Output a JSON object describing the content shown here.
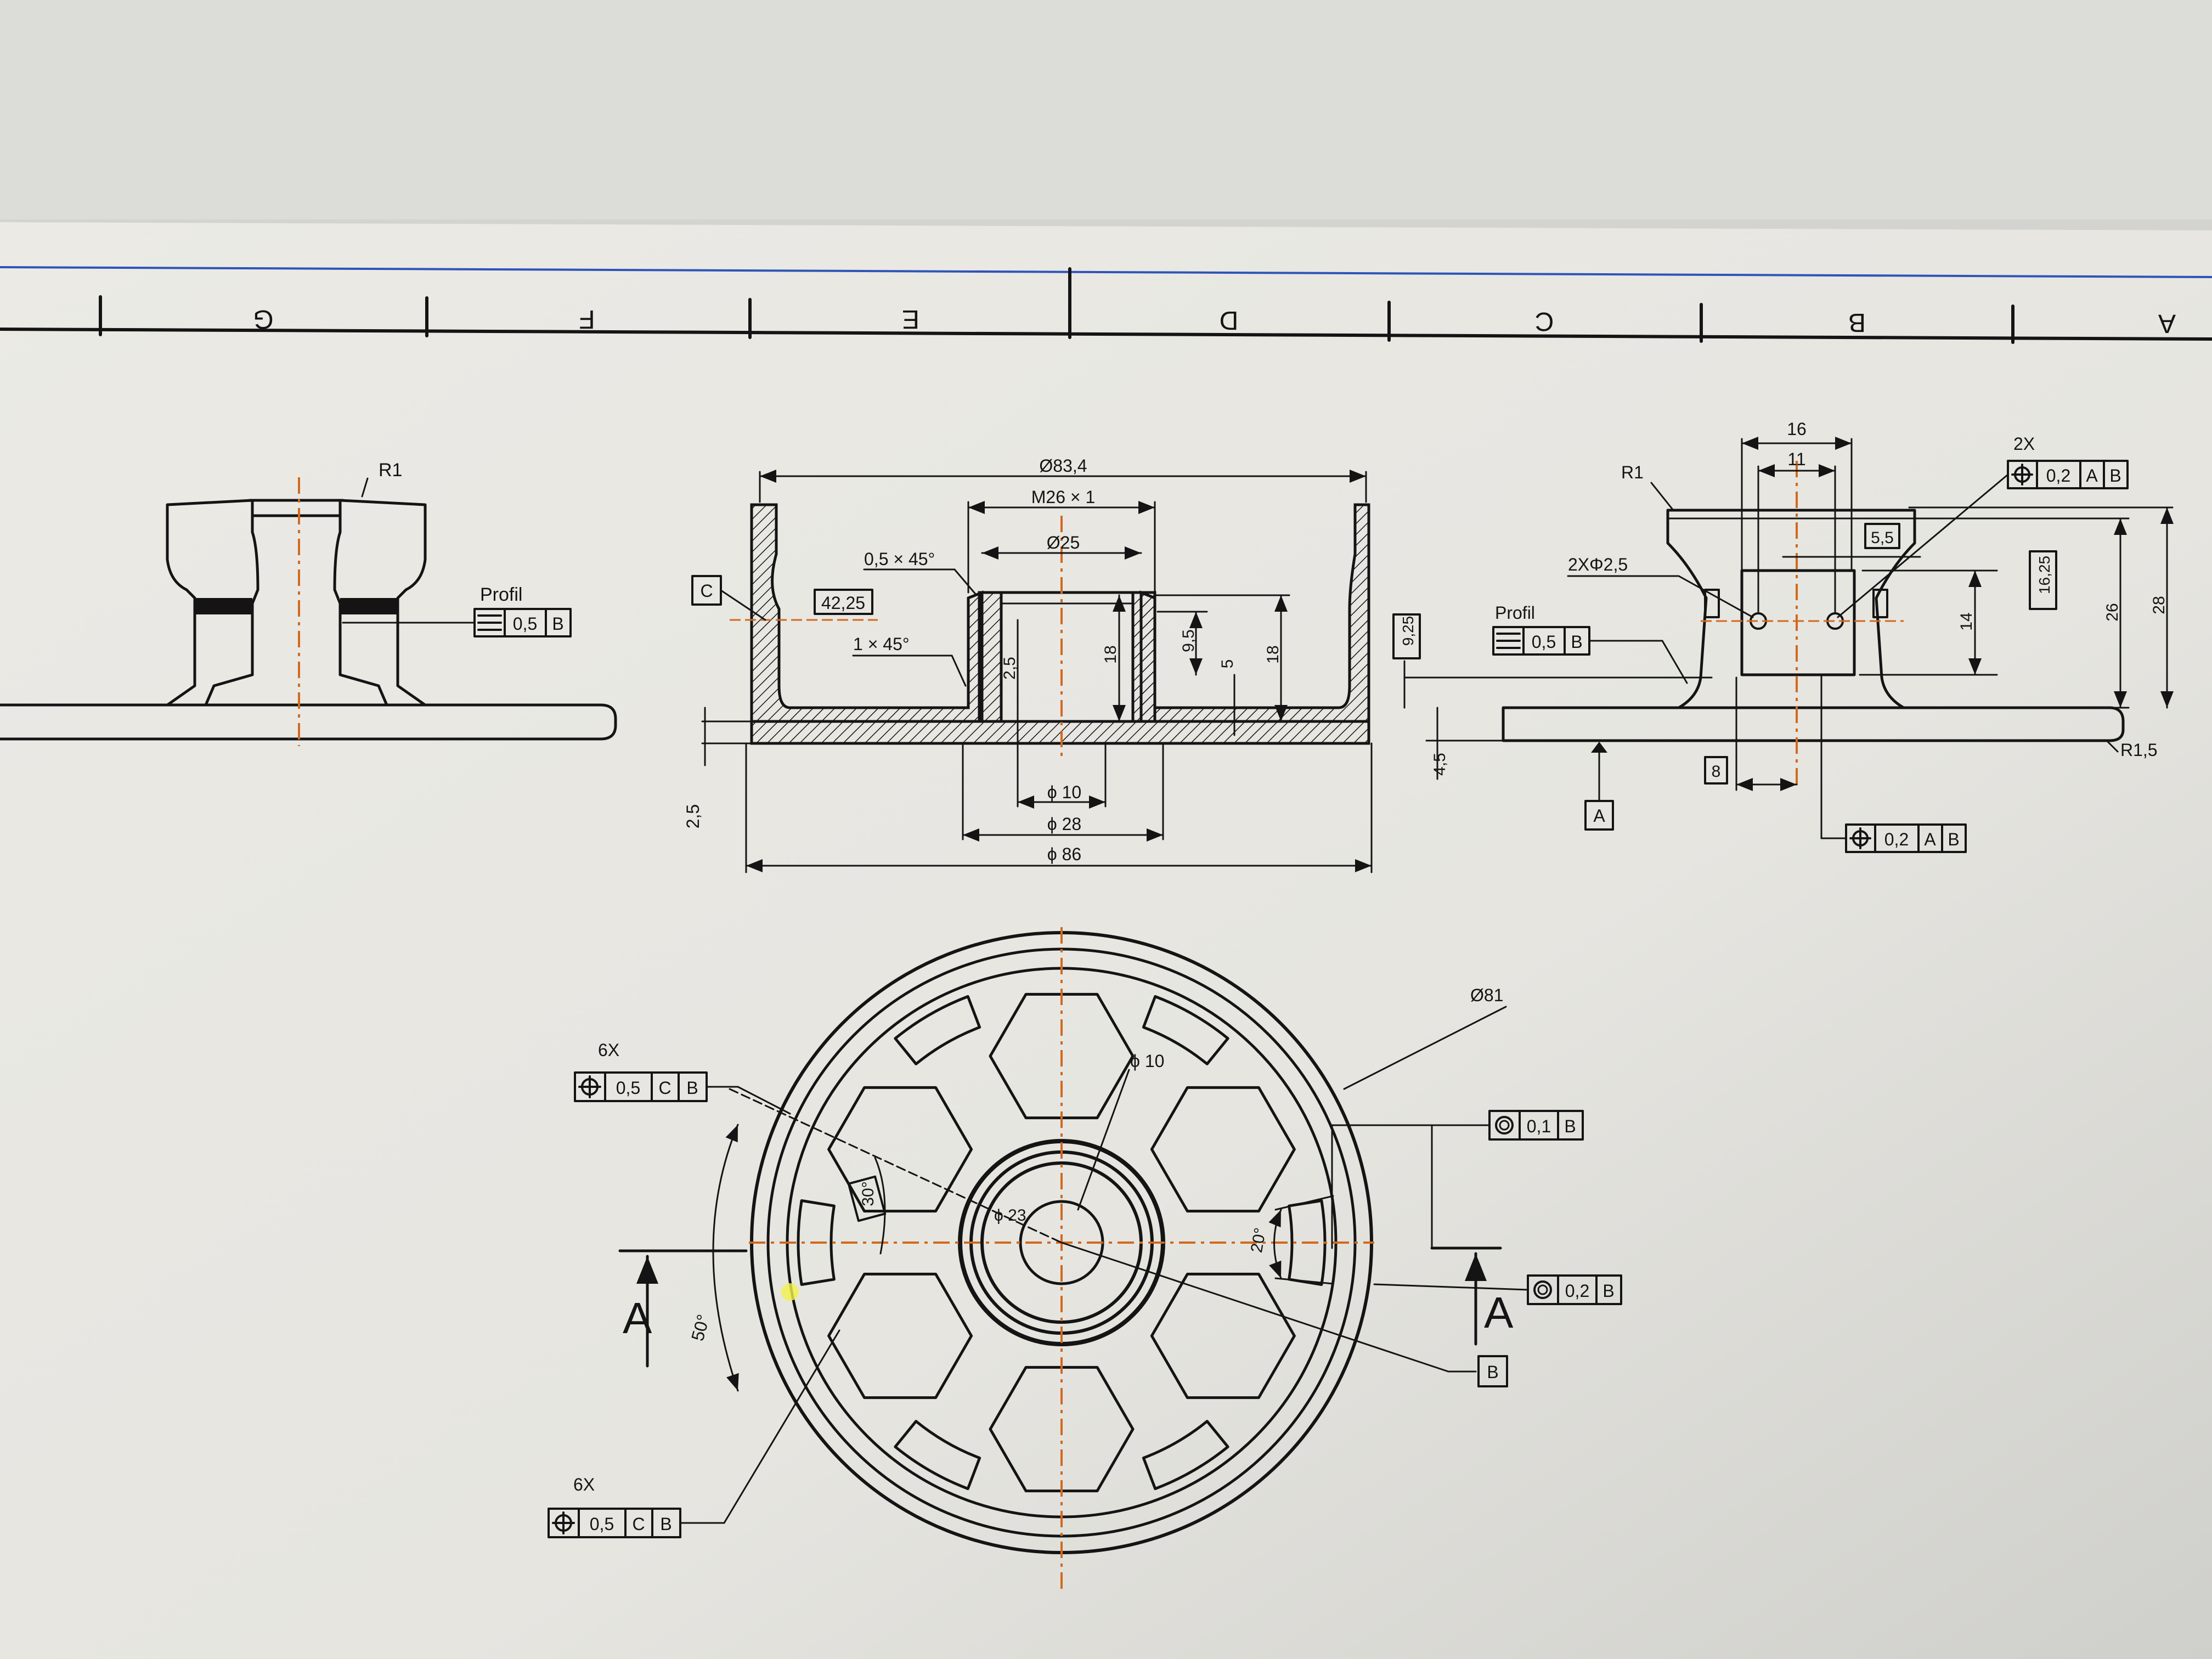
{
  "colors": {
    "table": "#cfcfcb",
    "paper": "#e9e8e3",
    "ink": "#141414",
    "center_line": "#d2691e",
    "highlight": "#f3f24a",
    "border_blue": "#2f54b8"
  },
  "zones": [
    "G",
    "F",
    "E",
    "D",
    "C",
    "B",
    "A"
  ],
  "left_view": {
    "radius": "R1",
    "profile_label": "Profil",
    "profile_fcf": [
      "0,5",
      "B"
    ]
  },
  "section_view": {
    "dim_outer_top": "Ø83,4",
    "dim_thread": "M26 × 1",
    "dim_bore": "Ø25",
    "dim_chamfer_top": "0,5 × 45°",
    "dim_chamfer_bottom": "1 × 45°",
    "basic_42_25": "42,25",
    "datum_c": "C",
    "dim_2_5_inner": "2,5",
    "dim_18_a": "18",
    "dim_9_5": "9,5",
    "dim_5": "5",
    "dim_18_b": "18",
    "dim_2_5_outer": "2,5",
    "dim_phi10": "ϕ 10",
    "dim_phi28": "ϕ 28",
    "dim_phi86": "ϕ 86"
  },
  "right_view": {
    "dim_16": "16",
    "dim_11": "11",
    "radius_r1": "R1",
    "qty_2x": "2X",
    "fcf_top": [
      "0,2",
      "A",
      "B"
    ],
    "basic_5_5": "5,5",
    "hole_note": "2XΦ2,5",
    "profile_label": "Profil",
    "profile_fcf": [
      "0,5",
      "B"
    ],
    "basic_9_25": "9,25",
    "basic_16_25": "16,25",
    "dim_14": "14",
    "dim_26": "26",
    "dim_28": "28",
    "radius_r1_5": "R1,5",
    "dim_4_5": "4,5",
    "basic_8": "8",
    "datum_a": "A",
    "fcf_bottom": [
      "0,2",
      "A",
      "B"
    ]
  },
  "front_view": {
    "dim_phi81": "Ø81",
    "dim_phi10": "ϕ 10",
    "dim_phi23": "ϕ 23",
    "qty_6x_top": "6X",
    "fcf_6x_top": [
      "0,5",
      "C",
      "B"
    ],
    "angle_30": "30°",
    "angle_50": "50°",
    "angle_20": "20°",
    "qty_6x_bottom": "6X",
    "fcf_6x_bottom": [
      "0,5",
      "C",
      "B"
    ],
    "section_left": "A",
    "section_right": "A",
    "conc_fcf_top": [
      "0,1",
      "B"
    ],
    "conc_fcf_bottom": [
      "0,2",
      "B"
    ],
    "datum_b": "B"
  }
}
